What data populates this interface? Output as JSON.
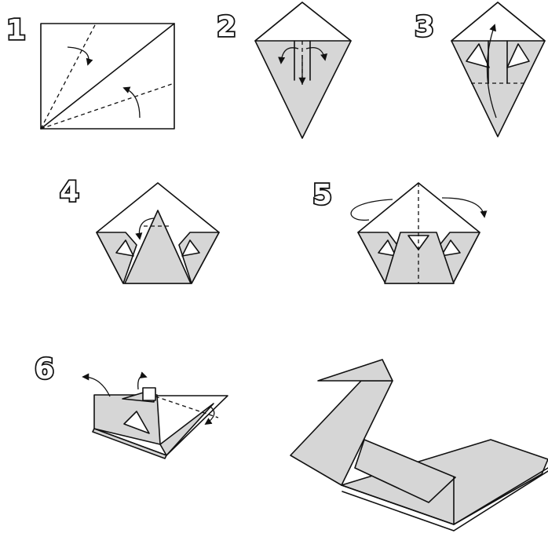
{
  "steps": [
    {
      "number": "1"
    },
    {
      "number": "2"
    },
    {
      "number": "3"
    },
    {
      "number": "4"
    },
    {
      "number": "5"
    },
    {
      "number": "6"
    }
  ],
  "colors": {
    "paper_front": "#ffffff",
    "paper_back": "#d6d6d6",
    "line": "#111111"
  }
}
